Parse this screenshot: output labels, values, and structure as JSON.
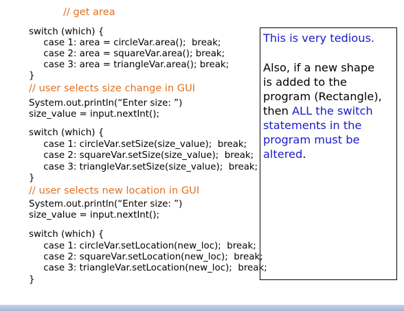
{
  "code": {
    "comment_get_area": "// get area",
    "block1": [
      "switch (which) {",
      "     case 1: area = circleVar.area();  break;",
      "     case 2: area = squareVar.area(); break;",
      "     case 3: area = triangleVar.area(); break;",
      "}"
    ],
    "comment_size": "// user selects size change in GUI",
    "block2": [
      "System.out.println(“Enter size: ”)",
      "size_value = input.nextInt();"
    ],
    "block3": [
      "switch (which) {",
      "     case 1: circleVar.setSize(size_value);  break;",
      "     case 2: squareVar.setSize(size_value);  break;",
      "     case 3: triangleVar.setSize(size_value);  break;",
      "}"
    ],
    "comment_location": "// user selects new location in GUI",
    "block4": [
      "System.out.println(“Enter size: ”)",
      "size_value = input.nextInt();"
    ],
    "block5": [
      "switch (which) {",
      "     case 1: circleVar.setLocation(new_loc);  break;",
      "     case 2: squareVar.setLocation(new_loc);  break;",
      "     case 3: triangleVar.setLocation(new_loc);  break;",
      "}"
    ]
  },
  "note": {
    "line1": "This is very tedious.",
    "line2": "Also, if a new shape",
    "line3": "is added to the",
    "line4": "program (Rectangle),",
    "line5_black": "then ",
    "line5_blue": "ALL the switch",
    "line6": "statements in the",
    "line7": "program must be",
    "line8_blue": "altered",
    "line8_black": "."
  },
  "colors": {
    "comment": "#e07020",
    "emphasis": "#1a1acc"
  }
}
